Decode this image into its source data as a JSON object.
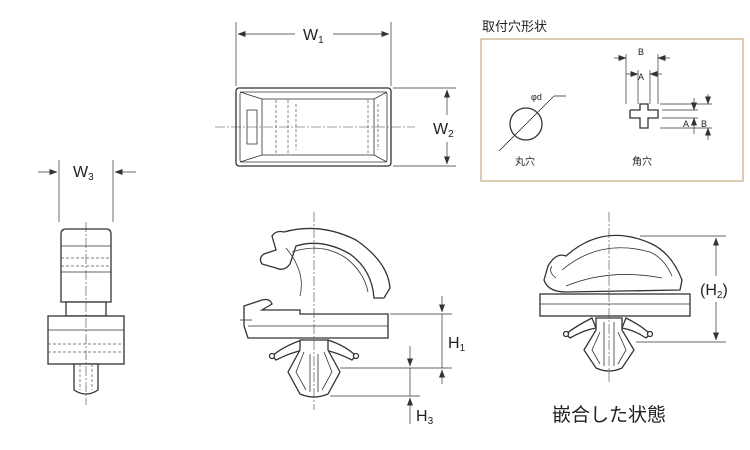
{
  "dimensions": {
    "w1": {
      "main": "W",
      "sub": "1"
    },
    "w2": {
      "main": "W",
      "sub": "2"
    },
    "w3": {
      "main": "W",
      "sub": "3"
    },
    "h1": {
      "main": "H",
      "sub": "1"
    },
    "h2": {
      "main": "(H",
      "sub": "2",
      "close": ")"
    },
    "h3": {
      "main": "H",
      "sub": "3"
    }
  },
  "hole_shape": {
    "title": "取付穴形状",
    "round_hole_label": "丸穴",
    "round_hole_dim": "φd",
    "square_hole_label": "角穴",
    "square_dim_a_top": "A",
    "square_dim_b_top": "B",
    "square_dim_a_side": "A",
    "square_dim_b_side": "B"
  },
  "fitted_state_label": "嵌合した状態",
  "colors": {
    "line": "#333333",
    "panel_border": "#b89a6a",
    "background": "#ffffff"
  }
}
